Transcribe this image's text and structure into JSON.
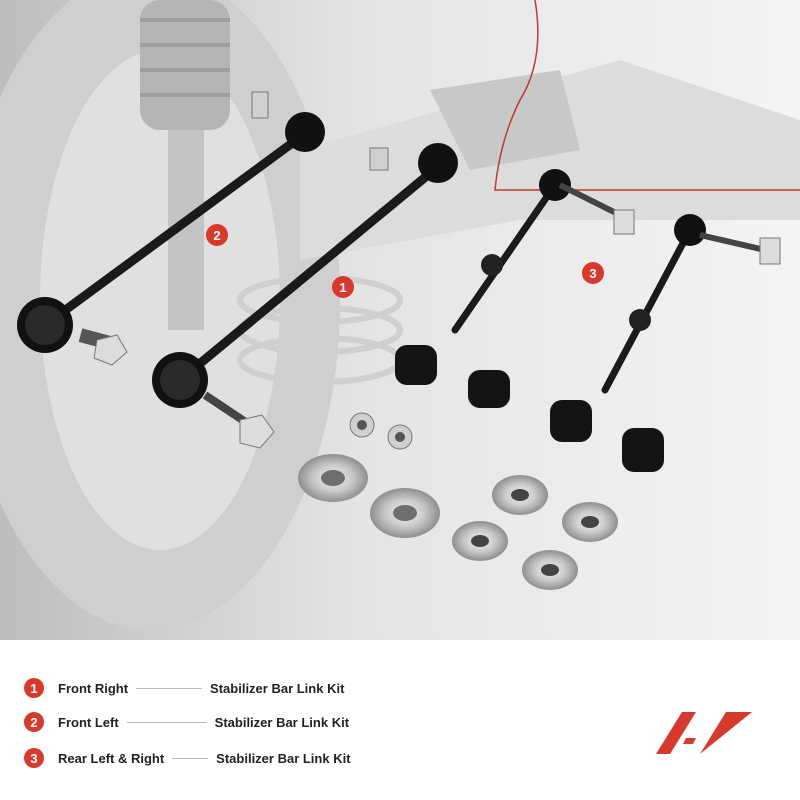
{
  "callouts": [
    {
      "num": "1"
    },
    {
      "num": "2"
    },
    {
      "num": "3"
    }
  ],
  "legend": [
    {
      "num": "1",
      "position": "Front Right",
      "kit": "Stabilizer Bar Link Kit"
    },
    {
      "num": "2",
      "position": "Front Left",
      "kit": "Stabilizer Bar Link Kit"
    },
    {
      "num": "3",
      "position": "Rear Left & Right",
      "kit": "Stabilizer Bar Link Kit"
    }
  ],
  "colors": {
    "accent": "#d9382c"
  }
}
